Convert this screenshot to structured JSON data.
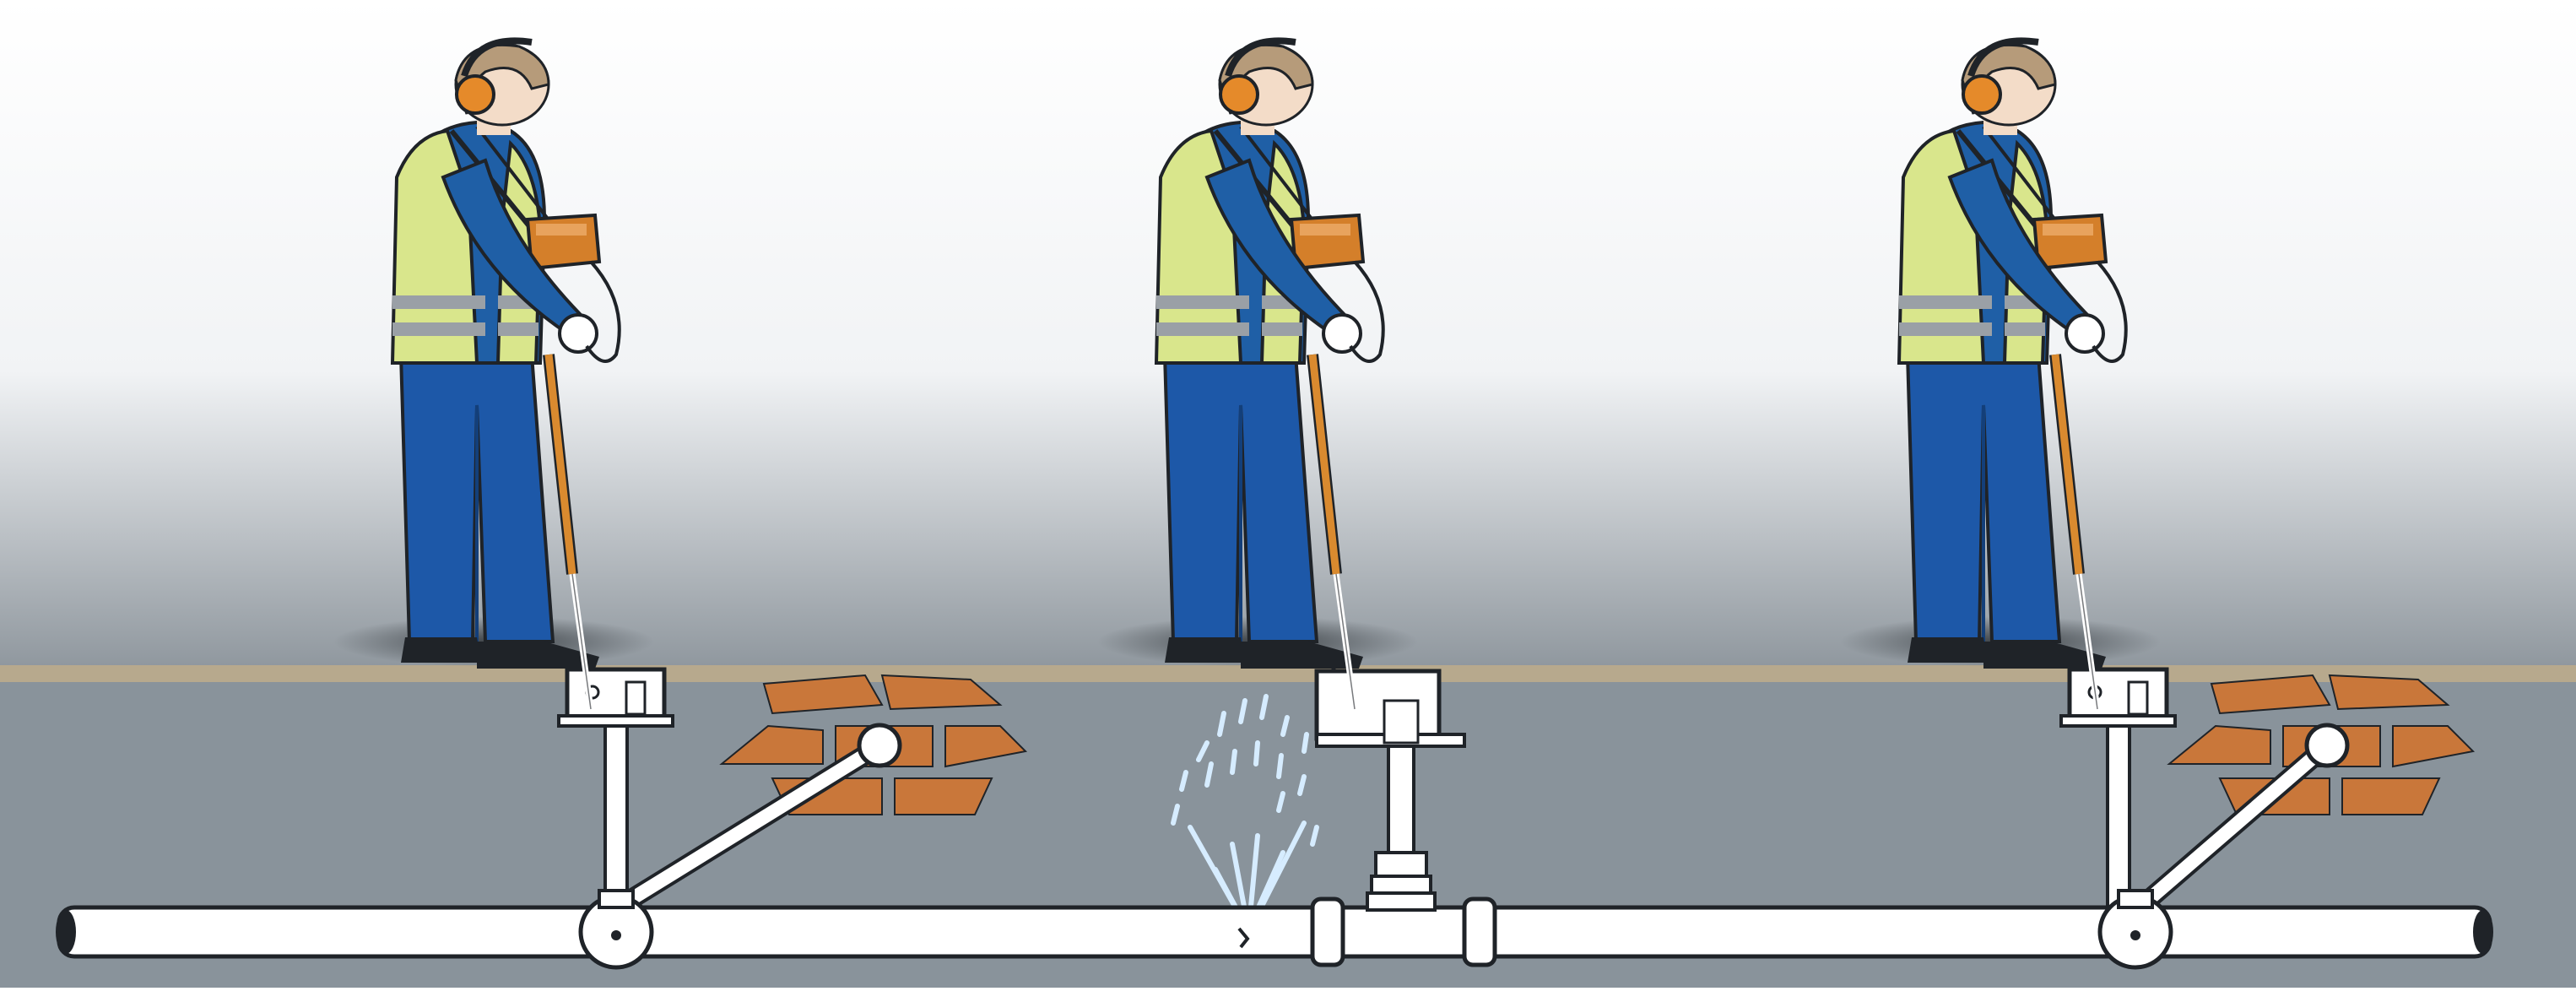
{
  "scene": {
    "caption": "",
    "colors": {
      "sky_top": "#ffffff",
      "sky_bottom": "#8f979e",
      "ground_line": "#b7a98d",
      "soil": "#89939b",
      "pipe": "#ffffff",
      "outline": "#1f2328",
      "brick": "#c9773a",
      "vest": "#d9e68c",
      "reflective": "#9aa0a6",
      "shirt": "#1f5fa6",
      "trousers": "#1d58a8",
      "hair": "#b69b7a",
      "skin": "#f3dcc8",
      "earmuff": "#e58a2a",
      "device": "#d47f2a",
      "probe": "#d98a2f",
      "water": "#d6ecff"
    },
    "icons": [
      "worker-figure",
      "listening-probe",
      "valve-key",
      "brick-wall",
      "water-leak-spray",
      "pipe-fitting"
    ],
    "workers": [
      {
        "id": "worker-left"
      },
      {
        "id": "worker-middle"
      },
      {
        "id": "worker-right"
      }
    ]
  }
}
